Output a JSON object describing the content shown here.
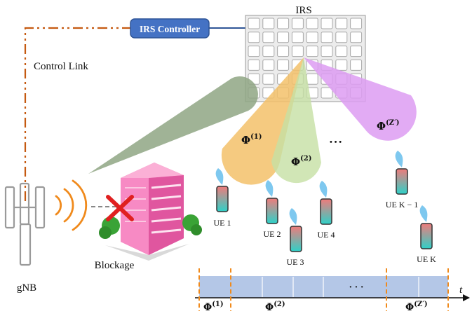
{
  "labels": {
    "irs": "IRS",
    "irs_controller": "IRS Controller",
    "control_link": "Control Link",
    "gnb": "gNB",
    "blockage": "Blockage",
    "time_axis": "t",
    "ellipsis": "• • •"
  },
  "beams": [
    {
      "symbol": "Φ",
      "sup": "(1)",
      "color": "#f3c16a"
    },
    {
      "symbol": "Φ",
      "sup": "(2)",
      "color": "#c6e0a4"
    },
    {
      "symbol": "Φ",
      "sup": "(Z′)",
      "color": "#dd9cf2"
    }
  ],
  "blocked_beam_color": "#8fa684",
  "users": [
    "UE 1",
    "UE 2",
    "UE 3",
    "UE 4",
    "UE K − 1",
    "UE K"
  ],
  "timeline": {
    "phases": [
      {
        "symbol": "Φ",
        "sup": "(1)"
      },
      {
        "symbol": "Φ",
        "sup": "(2)"
      },
      {
        "symbol": "Φ",
        "sup": "(Z′)"
      }
    ],
    "ellipsis": "· · ·",
    "bar_color": "#b4c7e7"
  },
  "colors": {
    "control_link": "#c55a11",
    "controller_fill": "#4472c4",
    "signal": "#f08a1c",
    "blockage_x": "#e02020",
    "building": "#f06ab0"
  }
}
